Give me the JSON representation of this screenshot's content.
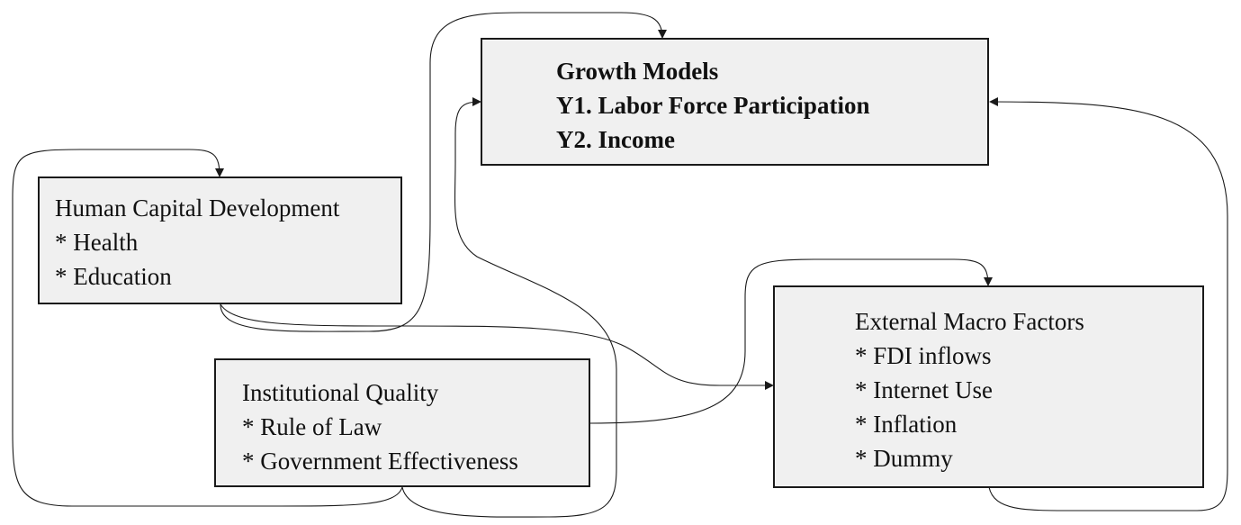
{
  "boxes": {
    "growth": [
      "Growth Models",
      "Y1. Labor Force Participation",
      "Y2. Income"
    ],
    "human": [
      "Human Capital Development",
      "* Health",
      "* Education"
    ],
    "institutional": [
      "Institutional Quality",
      "* Rule of Law",
      "* Government Effectiveness"
    ],
    "external": [
      "External Macro Factors",
      "* FDI inflows",
      "* Internet Use",
      "* Inflation",
      "* Dummy"
    ]
  },
  "colors": {
    "box_fill": "#f0f0f0",
    "box_border": "#1a1a1a",
    "connector": "#1a1a1a"
  }
}
